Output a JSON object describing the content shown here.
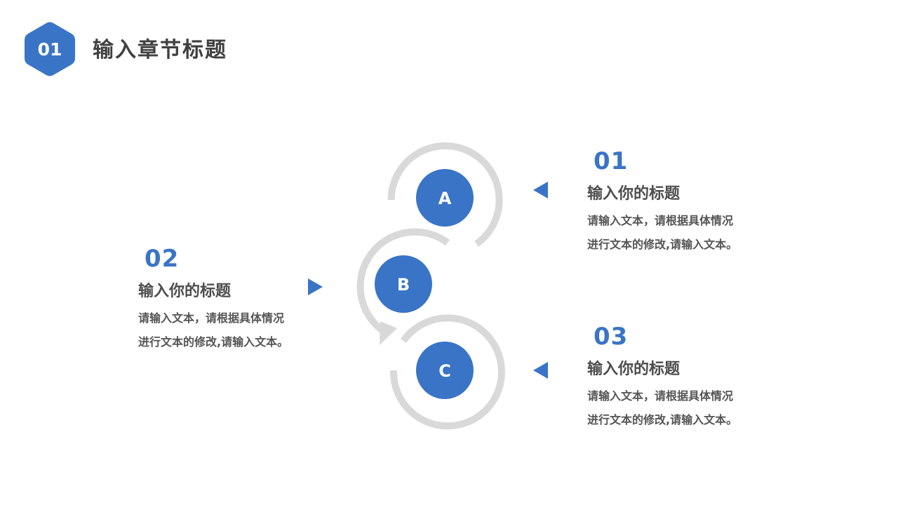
{
  "header": {
    "badge_number": "01",
    "title": "输入章节标题"
  },
  "colors": {
    "accent": "#3a74c6",
    "ring": "#d9d9d9",
    "title_text": "#404040",
    "body_text": "#555555"
  },
  "nodes": [
    {
      "letter": "A"
    },
    {
      "letter": "B"
    },
    {
      "letter": "C"
    }
  ],
  "items": [
    {
      "number": "01",
      "title": "输入你的标题",
      "body_line1": "请输入文本，请根据具体情况",
      "body_line2": "进行文本的修改,请输入文本。"
    },
    {
      "number": "02",
      "title": "输入你的标题",
      "body_line1": "请输入文本，请根据具体情况",
      "body_line2": "进行文本的修改,请输入文本。"
    },
    {
      "number": "03",
      "title": "输入你的标题",
      "body_line1": "请输入文本，请根据具体情况",
      "body_line2": "进行文本的修改,请输入文本。"
    }
  ]
}
